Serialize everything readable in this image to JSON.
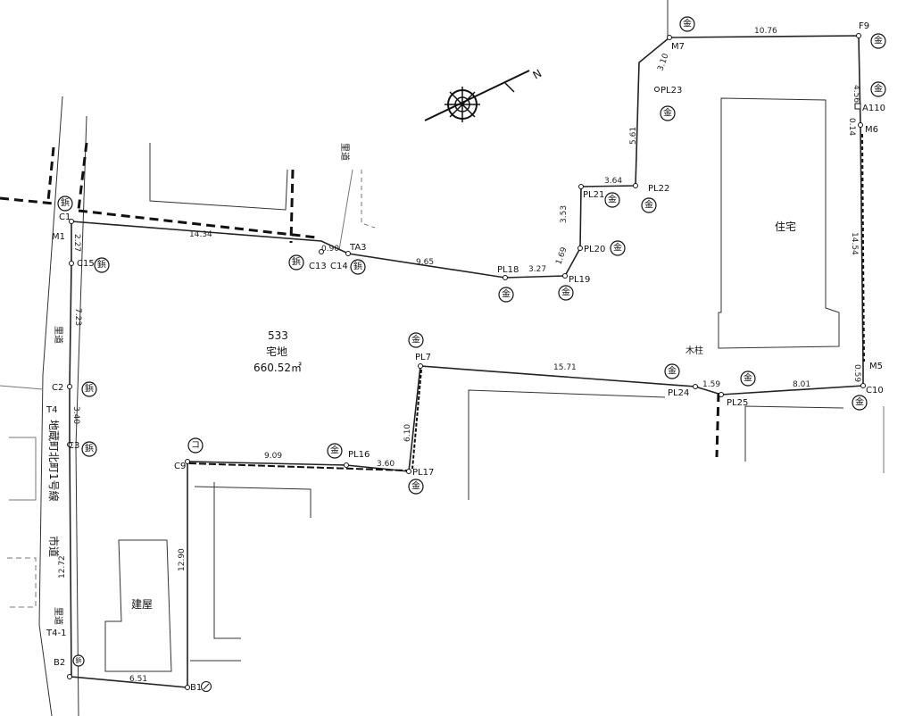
{
  "parcel": {
    "number": "533",
    "use": "宅地",
    "area": "660.52㎡"
  },
  "buildings": {
    "house": "住宅",
    "structure": "建屋",
    "pole": "木柱"
  },
  "roads": {
    "satomichi": "里道",
    "city_road": "市道",
    "road_name": "地蔵町北町1号線"
  },
  "markers": {
    "kin": "金",
    "byo": "鋲",
    "ko": "コ"
  },
  "north": "N",
  "points": {
    "C1": "C1",
    "M1": "M1",
    "C15": "C15",
    "C2": "C2",
    "C3": "C3",
    "T4": "T4",
    "T4_1": "T4-1",
    "B2": "B2",
    "B1": "B1",
    "C9": "C9",
    "PL16": "PL16",
    "PL17": "PL17",
    "PL7": "PL7",
    "PL24": "PL24",
    "PL25": "PL25",
    "C10": "C10",
    "M5": "M5",
    "M6": "M6",
    "A110": "A110",
    "F9": "F9",
    "M7": "M7",
    "PL23": "PL23",
    "PL22": "PL22",
    "PL21": "PL21",
    "PL20": "PL20",
    "PL19": "PL19",
    "PL18": "PL18",
    "C14": "C14",
    "C13": "C13",
    "TA3": "TA3"
  },
  "distances": {
    "d1": "14.34",
    "d2": "0.90",
    "d3": "9.65",
    "d4": "3.27",
    "d5": "1.69",
    "d6": "3.53",
    "d7": "3.64",
    "d8": "5.61",
    "d9": "3.10",
    "d10": "10.76",
    "d11": "4.56",
    "d12": "0.14",
    "d13": "14.54",
    "d14": "0.59",
    "d15": "8.01",
    "d16": "1.59",
    "d17": "15.71",
    "d18": "6.10",
    "d19": "3.60",
    "d20": "9.09",
    "d21": "12.90",
    "d22": "6.51",
    "d23": "12.72",
    "d24": "3.40",
    "d25": "7.23",
    "d26": "2.27"
  }
}
